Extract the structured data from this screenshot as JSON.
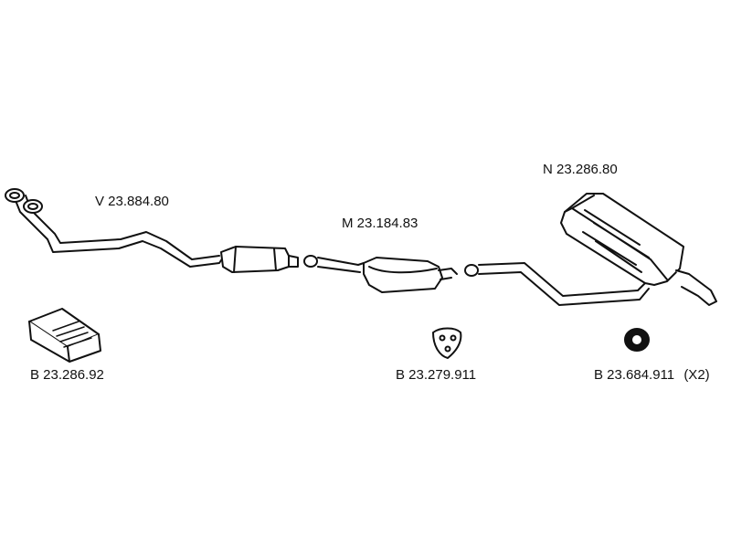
{
  "parts": {
    "front_pipe": {
      "code": "V 23.884.80"
    },
    "middle_silencer": {
      "code": "M 23.184.83"
    },
    "rear_silencer": {
      "code": "N 23.286.80"
    },
    "mounting_kit": {
      "code": "B 23.286.92"
    },
    "rubber_mount": {
      "code": "B 23.279.911"
    },
    "ring_mount": {
      "code": "B 23.684.911",
      "quantity": "(X2)"
    }
  },
  "colors": {
    "line": "#111111",
    "background": "#ffffff"
  }
}
